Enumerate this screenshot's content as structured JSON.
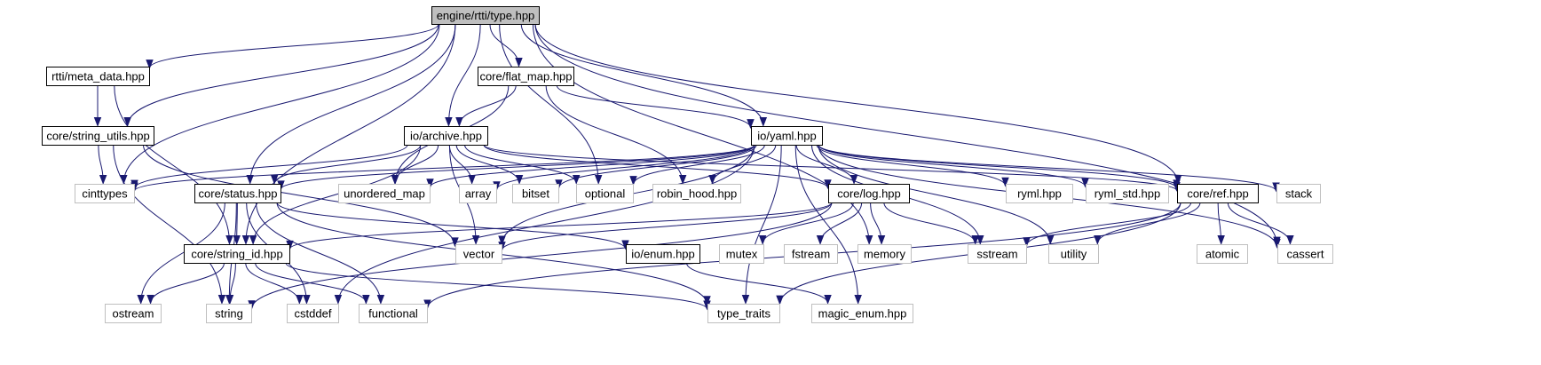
{
  "diagram": {
    "colors": {
      "edge": "#191970",
      "local_border": "#000000",
      "system_border": "#bfbfbf",
      "root_fill": "#bfbfbf",
      "background": "#ffffff"
    },
    "nodes": [
      {
        "id": "type",
        "label": "engine/rtti/type.hpp",
        "kind": "root"
      },
      {
        "id": "meta_data",
        "label": "rtti/meta_data.hpp",
        "kind": "local"
      },
      {
        "id": "flat_map",
        "label": "core/flat_map.hpp",
        "kind": "local"
      },
      {
        "id": "string_utils",
        "label": "core/string_utils.hpp",
        "kind": "local"
      },
      {
        "id": "archive",
        "label": "io/archive.hpp",
        "kind": "local"
      },
      {
        "id": "yaml",
        "label": "io/yaml.hpp",
        "kind": "local"
      },
      {
        "id": "cinttypes",
        "label": "cinttypes",
        "kind": "system"
      },
      {
        "id": "status",
        "label": "core/status.hpp",
        "kind": "local"
      },
      {
        "id": "unordered_map",
        "label": "unordered_map",
        "kind": "system"
      },
      {
        "id": "array",
        "label": "array",
        "kind": "system"
      },
      {
        "id": "bitset",
        "label": "bitset",
        "kind": "system"
      },
      {
        "id": "optional",
        "label": "optional",
        "kind": "system"
      },
      {
        "id": "robin_hood",
        "label": "robin_hood.hpp",
        "kind": "system"
      },
      {
        "id": "log",
        "label": "core/log.hpp",
        "kind": "local"
      },
      {
        "id": "ryml",
        "label": "ryml.hpp",
        "kind": "system"
      },
      {
        "id": "ryml_std",
        "label": "ryml_std.hpp",
        "kind": "system"
      },
      {
        "id": "ref",
        "label": "core/ref.hpp",
        "kind": "local"
      },
      {
        "id": "stack",
        "label": "stack",
        "kind": "system"
      },
      {
        "id": "string_id",
        "label": "core/string_id.hpp",
        "kind": "local"
      },
      {
        "id": "vector",
        "label": "vector",
        "kind": "system"
      },
      {
        "id": "enum",
        "label": "io/enum.hpp",
        "kind": "local"
      },
      {
        "id": "mutex",
        "label": "mutex",
        "kind": "system"
      },
      {
        "id": "fstream",
        "label": "fstream",
        "kind": "system"
      },
      {
        "id": "memory",
        "label": "memory",
        "kind": "system"
      },
      {
        "id": "sstream",
        "label": "sstream",
        "kind": "system"
      },
      {
        "id": "utility",
        "label": "utility",
        "kind": "system"
      },
      {
        "id": "atomic",
        "label": "atomic",
        "kind": "system"
      },
      {
        "id": "cassert",
        "label": "cassert",
        "kind": "system"
      },
      {
        "id": "ostream",
        "label": "ostream",
        "kind": "system"
      },
      {
        "id": "string",
        "label": "string",
        "kind": "system"
      },
      {
        "id": "cstddef",
        "label": "cstddef",
        "kind": "system"
      },
      {
        "id": "functional",
        "label": "functional",
        "kind": "system"
      },
      {
        "id": "type_traits",
        "label": "type_traits",
        "kind": "system"
      },
      {
        "id": "magic_enum",
        "label": "magic_enum.hpp",
        "kind": "system"
      }
    ],
    "edges": [
      [
        "type",
        "meta_data"
      ],
      [
        "type",
        "flat_map"
      ],
      [
        "type",
        "string_utils"
      ],
      [
        "type",
        "archive"
      ],
      [
        "type",
        "yaml"
      ],
      [
        "type",
        "cinttypes"
      ],
      [
        "type",
        "status"
      ],
      [
        "type",
        "optional"
      ],
      [
        "type",
        "string_id"
      ],
      [
        "type",
        "ref"
      ],
      [
        "type",
        "memory"
      ],
      [
        "type",
        "cassert"
      ],
      [
        "meta_data",
        "string_utils"
      ],
      [
        "meta_data",
        "string_id"
      ],
      [
        "flat_map",
        "archive"
      ],
      [
        "flat_map",
        "yaml"
      ],
      [
        "flat_map",
        "unordered_map"
      ],
      [
        "flat_map",
        "robin_hood"
      ],
      [
        "string_utils",
        "cinttypes"
      ],
      [
        "string_utils",
        "vector"
      ],
      [
        "string_utils",
        "string"
      ],
      [
        "archive",
        "cinttypes"
      ],
      [
        "archive",
        "status"
      ],
      [
        "archive",
        "string_id"
      ],
      [
        "archive",
        "unordered_map"
      ],
      [
        "archive",
        "array"
      ],
      [
        "archive",
        "bitset"
      ],
      [
        "archive",
        "optional"
      ],
      [
        "archive",
        "log"
      ],
      [
        "archive",
        "ref"
      ],
      [
        "archive",
        "vector"
      ],
      [
        "yaml",
        "cinttypes"
      ],
      [
        "yaml",
        "status"
      ],
      [
        "yaml",
        "unordered_map"
      ],
      [
        "yaml",
        "array"
      ],
      [
        "yaml",
        "bitset"
      ],
      [
        "yaml",
        "optional"
      ],
      [
        "yaml",
        "robin_hood"
      ],
      [
        "yaml",
        "log"
      ],
      [
        "yaml",
        "ryml"
      ],
      [
        "yaml",
        "ryml_std"
      ],
      [
        "yaml",
        "ref"
      ],
      [
        "yaml",
        "stack"
      ],
      [
        "yaml",
        "vector"
      ],
      [
        "yaml",
        "cstddef"
      ],
      [
        "yaml",
        "utility"
      ],
      [
        "yaml",
        "type_traits"
      ],
      [
        "yaml",
        "sstream"
      ],
      [
        "yaml",
        "cassert"
      ],
      [
        "yaml",
        "magic_enum"
      ],
      [
        "status",
        "string_id"
      ],
      [
        "status",
        "enum"
      ],
      [
        "status",
        "ostream"
      ],
      [
        "status",
        "string"
      ],
      [
        "status",
        "cstddef"
      ],
      [
        "status",
        "functional"
      ],
      [
        "status",
        "type_traits"
      ],
      [
        "log",
        "string_id"
      ],
      [
        "log",
        "vector"
      ],
      [
        "log",
        "mutex"
      ],
      [
        "log",
        "fstream"
      ],
      [
        "log",
        "memory"
      ],
      [
        "log",
        "sstream"
      ],
      [
        "log",
        "string"
      ],
      [
        "ref",
        "sstream"
      ],
      [
        "ref",
        "utility"
      ],
      [
        "ref",
        "atomic"
      ],
      [
        "ref",
        "cassert"
      ],
      [
        "ref",
        "functional"
      ],
      [
        "ref",
        "type_traits"
      ],
      [
        "string_id",
        "ostream"
      ],
      [
        "string_id",
        "string"
      ],
      [
        "string_id",
        "cstddef"
      ],
      [
        "string_id",
        "functional"
      ],
      [
        "string_id",
        "type_traits"
      ],
      [
        "enum",
        "magic_enum"
      ]
    ]
  }
}
